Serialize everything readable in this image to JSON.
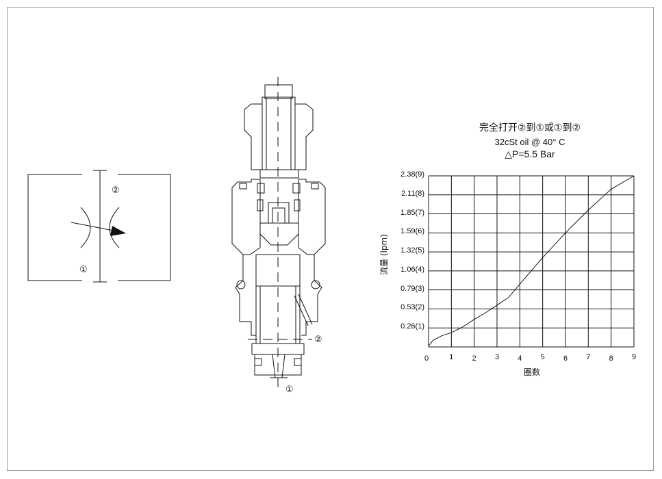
{
  "symbol": {
    "port_2": "②",
    "port_1": "①"
  },
  "section": {
    "port_2": "②",
    "port_1": "①"
  },
  "chart_data": {
    "type": "line",
    "title": "完全打开②到①或①到②",
    "subtitle_1": "32cSt oil @ 40°  C",
    "subtitle_2": "△P=5.5 Bar",
    "xlabel": "圈数",
    "ylabel": "流量 (lpm)",
    "x_ticks": [
      "0",
      "1",
      "2",
      "3",
      "4",
      "5",
      "6",
      "7",
      "8",
      "9"
    ],
    "y_ticks": [
      "0.26(1)",
      "0.53(2)",
      "0.79(3)",
      "1.06(4)",
      "1.32(5)",
      "1.59(6)",
      "1.85(7)",
      "2.11(8)",
      "2.38(9)"
    ],
    "xlim": [
      0,
      9
    ],
    "ylim": [
      0,
      9
    ],
    "grid": true,
    "series": [
      {
        "x": [
          0,
          0.2,
          0.6,
          1.0,
          1.5,
          2.0,
          2.5,
          3.0,
          3.5,
          4.0,
          5.0,
          6.0,
          7.0,
          8.0,
          9.0
        ],
        "y": [
          0.05,
          0.35,
          0.6,
          0.75,
          1.05,
          1.45,
          1.8,
          2.2,
          2.6,
          3.3,
          4.7,
          6.0,
          7.2,
          8.3,
          9.0
        ]
      }
    ]
  }
}
